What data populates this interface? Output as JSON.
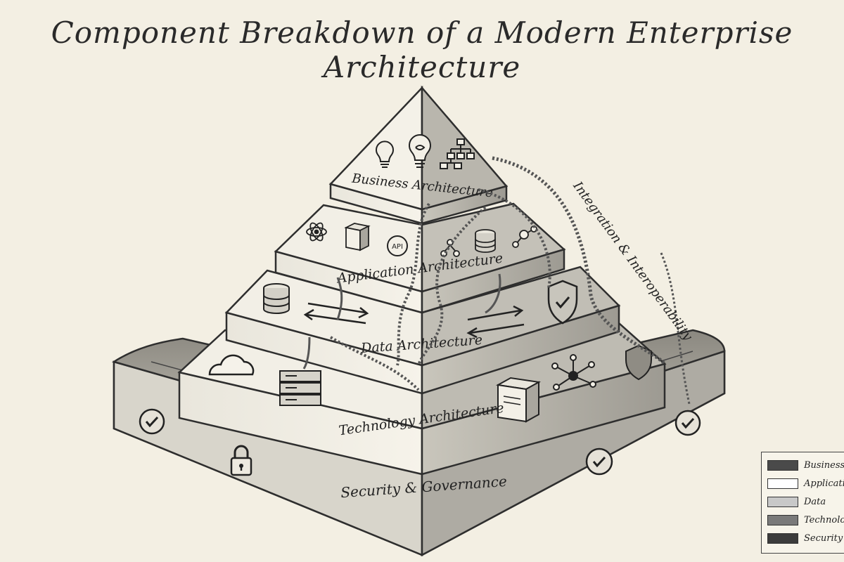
{
  "title": "Component Breakdown of a Modern Enterprise Architecture",
  "layers": {
    "business": "Business Architecture",
    "application": "Application Architecture",
    "data": "Data Architecture",
    "technology": "Technology Architecture",
    "security": "Security & Governance"
  },
  "integration_label": "Integration & Interoperability",
  "api_label": "API",
  "legend": [
    {
      "label": "Business",
      "color": "#4a4a4a"
    },
    {
      "label": "Application",
      "color": "#ffffff"
    },
    {
      "label": "Data",
      "color": "#c8c8c8"
    },
    {
      "label": "Technology",
      "color": "#7a7a7a"
    },
    {
      "label": "Security & Governance",
      "color": "#3c3c3c"
    }
  ]
}
